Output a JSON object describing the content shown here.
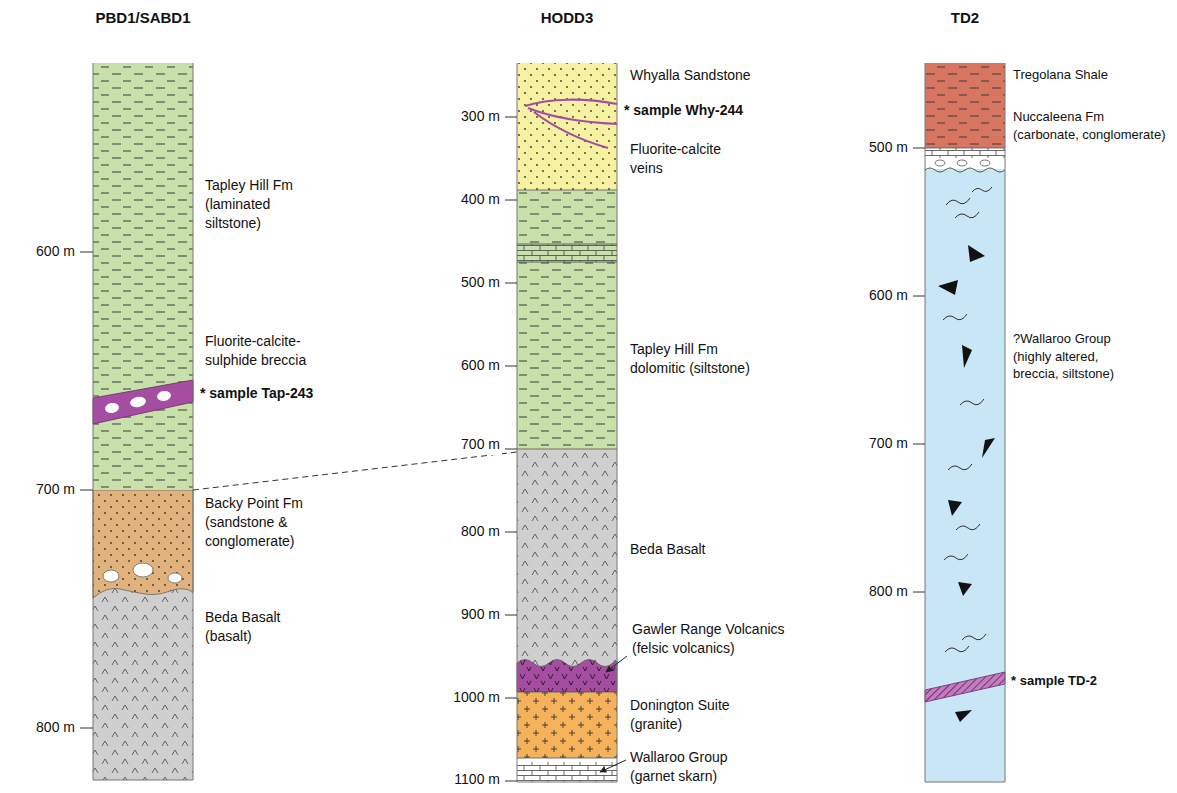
{
  "diagram": {
    "labels": [
      "PBD1/SABD1",
      "HODD3",
      "TD2",
      "600 m",
      "700 m",
      "800 m",
      "Tapley Hill Fm (laminated siltstone)",
      "Fluorite-calcite-sulphide breccia",
      "* sample Tap-243",
      "Backy Point Fm (sandstone & conglomerate)",
      "Beda Basalt (basalt)",
      "300 m",
      "400 m",
      "500 m",
      "600 m",
      "700 m",
      "800 m",
      "900 m",
      "1000 m",
      "1100 m",
      "Whyalla Sandstone",
      "* sample Why-244",
      "Fluorite-calcite veins",
      "Tapley Hill Fm dolomitic (siltstone)",
      "Beda Basalt",
      "Gawler Range Volcanics (felsic volcanics)",
      "Donington Suite (granite)",
      "Wallaroo Group (garnet skarn)",
      "500 m",
      "600 m",
      "700 m",
      "800 m",
      "Tregolana Shale",
      "Nuccaleena Fm (carbonate, conglomerate)",
      "?Wallaroo Group (highly altered, breccia, siltstone)",
      "* sample TD-2"
    ]
  }
}
